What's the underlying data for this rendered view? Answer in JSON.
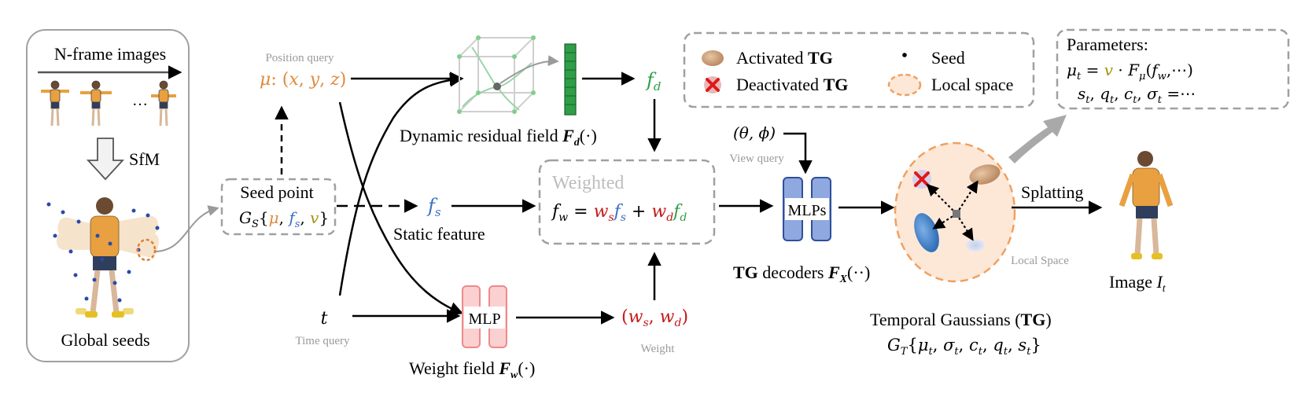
{
  "input": {
    "title": "N-frame images",
    "sfm_label": "SfM",
    "seeds_label": "Global seeds"
  },
  "seed_point": {
    "title": "Seed point",
    "formula": "G_S{μ, f_s, v}"
  },
  "queries": {
    "position_label": "Position query",
    "position_formula": "μ: (x, y, z)",
    "time_symbol": "t",
    "time_label": "Time query",
    "view_formula": "(θ, ϕ)",
    "view_label": "View query"
  },
  "dynamic_field": {
    "label": "Dynamic residual field",
    "symbol": "F_d(·)",
    "output": "f_d"
  },
  "static_feature": {
    "symbol": "f_s",
    "label": "Static feature"
  },
  "weighted": {
    "title": "Weighted",
    "formula": "f_w = w_s f_s + w_d f_d"
  },
  "weight_field": {
    "mlp_label": "MLP",
    "label": "Weight field",
    "symbol": "F_w(·)",
    "output": "(w_s, w_d)",
    "output_label": "Weight"
  },
  "decoders": {
    "mlp_label": "MLPs",
    "label": "TG decoders F_X(··)"
  },
  "local_space": {
    "label": "Local Space"
  },
  "temporal_gaussians": {
    "title": "Temporal Gaussians (TG)",
    "formula": "G_T{μ_t, σ_t, c_t, q_t, s_t}"
  },
  "splatting": {
    "label": "Splatting"
  },
  "output_image": {
    "label": "Image I_t"
  },
  "legend": {
    "activated": "Activated TG",
    "deactivated": "Deactivated TG",
    "seed": "Seed",
    "local_space": "Local space"
  },
  "parameters": {
    "title": "Parameters:",
    "line1": "μ_t = v · F_μ(f_w,⋯)",
    "line2": "s_t, q_t, c_t, σ_t =⋯"
  },
  "colors": {
    "orange": "#e08a3c",
    "blue": "#3a6fc4",
    "olive": "#a8920e",
    "green": "#2e9e48",
    "red": "#c41818",
    "gray": "#9a9a9a"
  }
}
